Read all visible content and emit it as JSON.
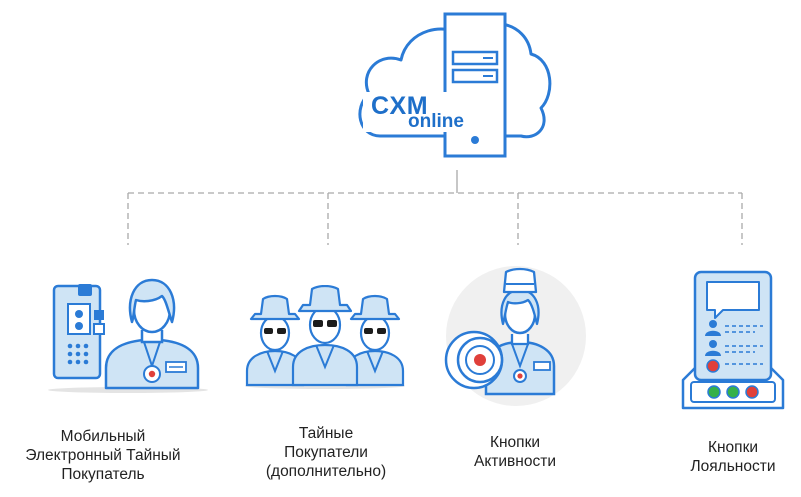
{
  "hub": {
    "logo_main": "CXM",
    "logo_sub": "online"
  },
  "nodes": [
    {
      "id": "mobile-mystery-shopper",
      "icon": "mobile-mystery-shopper-icon",
      "lines": [
        "Мобильный",
        "Электронный Тайный",
        "Покупатель"
      ]
    },
    {
      "id": "mystery-shoppers",
      "icon": "mystery-shoppers-icon",
      "lines": [
        "Тайные",
        "Покупатели",
        "(дополнительно)"
      ]
    },
    {
      "id": "activity-buttons",
      "icon": "activity-button-operator-icon",
      "lines": [
        "Кнопки",
        "Активности"
      ]
    },
    {
      "id": "loyalty-buttons",
      "icon": "loyalty-terminal-icon",
      "lines": [
        "Кнопки",
        "Лояльности"
      ]
    }
  ],
  "colors": {
    "line_blue": "#2b7bd6",
    "fill_light": "#cfe4f5",
    "logo_blue": "#1e6fc9",
    "connector": "#a9a9a9",
    "red": "#e0403a",
    "green": "#35b04a"
  }
}
